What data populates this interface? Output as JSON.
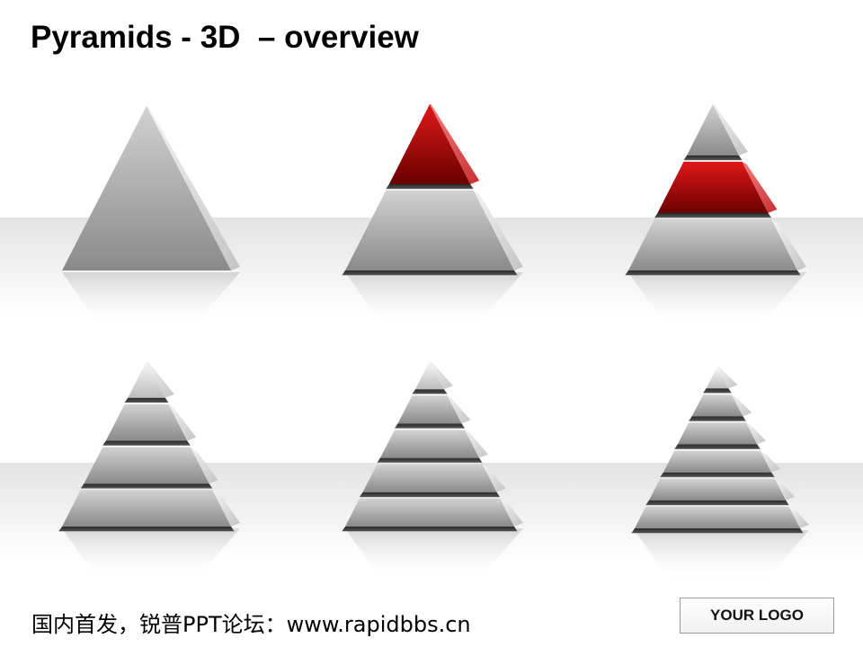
{
  "slide": {
    "title": "Pyramids - 3D  – overview",
    "footer": "国内首发，锐普PPT论坛：www.rapidbbs.cn",
    "logo": "YOUR LOGO"
  },
  "colors": {
    "highlight": "#cc1111",
    "layer": "#b5b5b5",
    "band": "#e6e6e6"
  },
  "pyramids": [
    {
      "layers": 1,
      "highlight": null
    },
    {
      "layers": 2,
      "highlight": 0
    },
    {
      "layers": 3,
      "highlight": 1
    },
    {
      "layers": 4,
      "highlight": null
    },
    {
      "layers": 5,
      "highlight": null
    },
    {
      "layers": 6,
      "highlight": null
    }
  ]
}
